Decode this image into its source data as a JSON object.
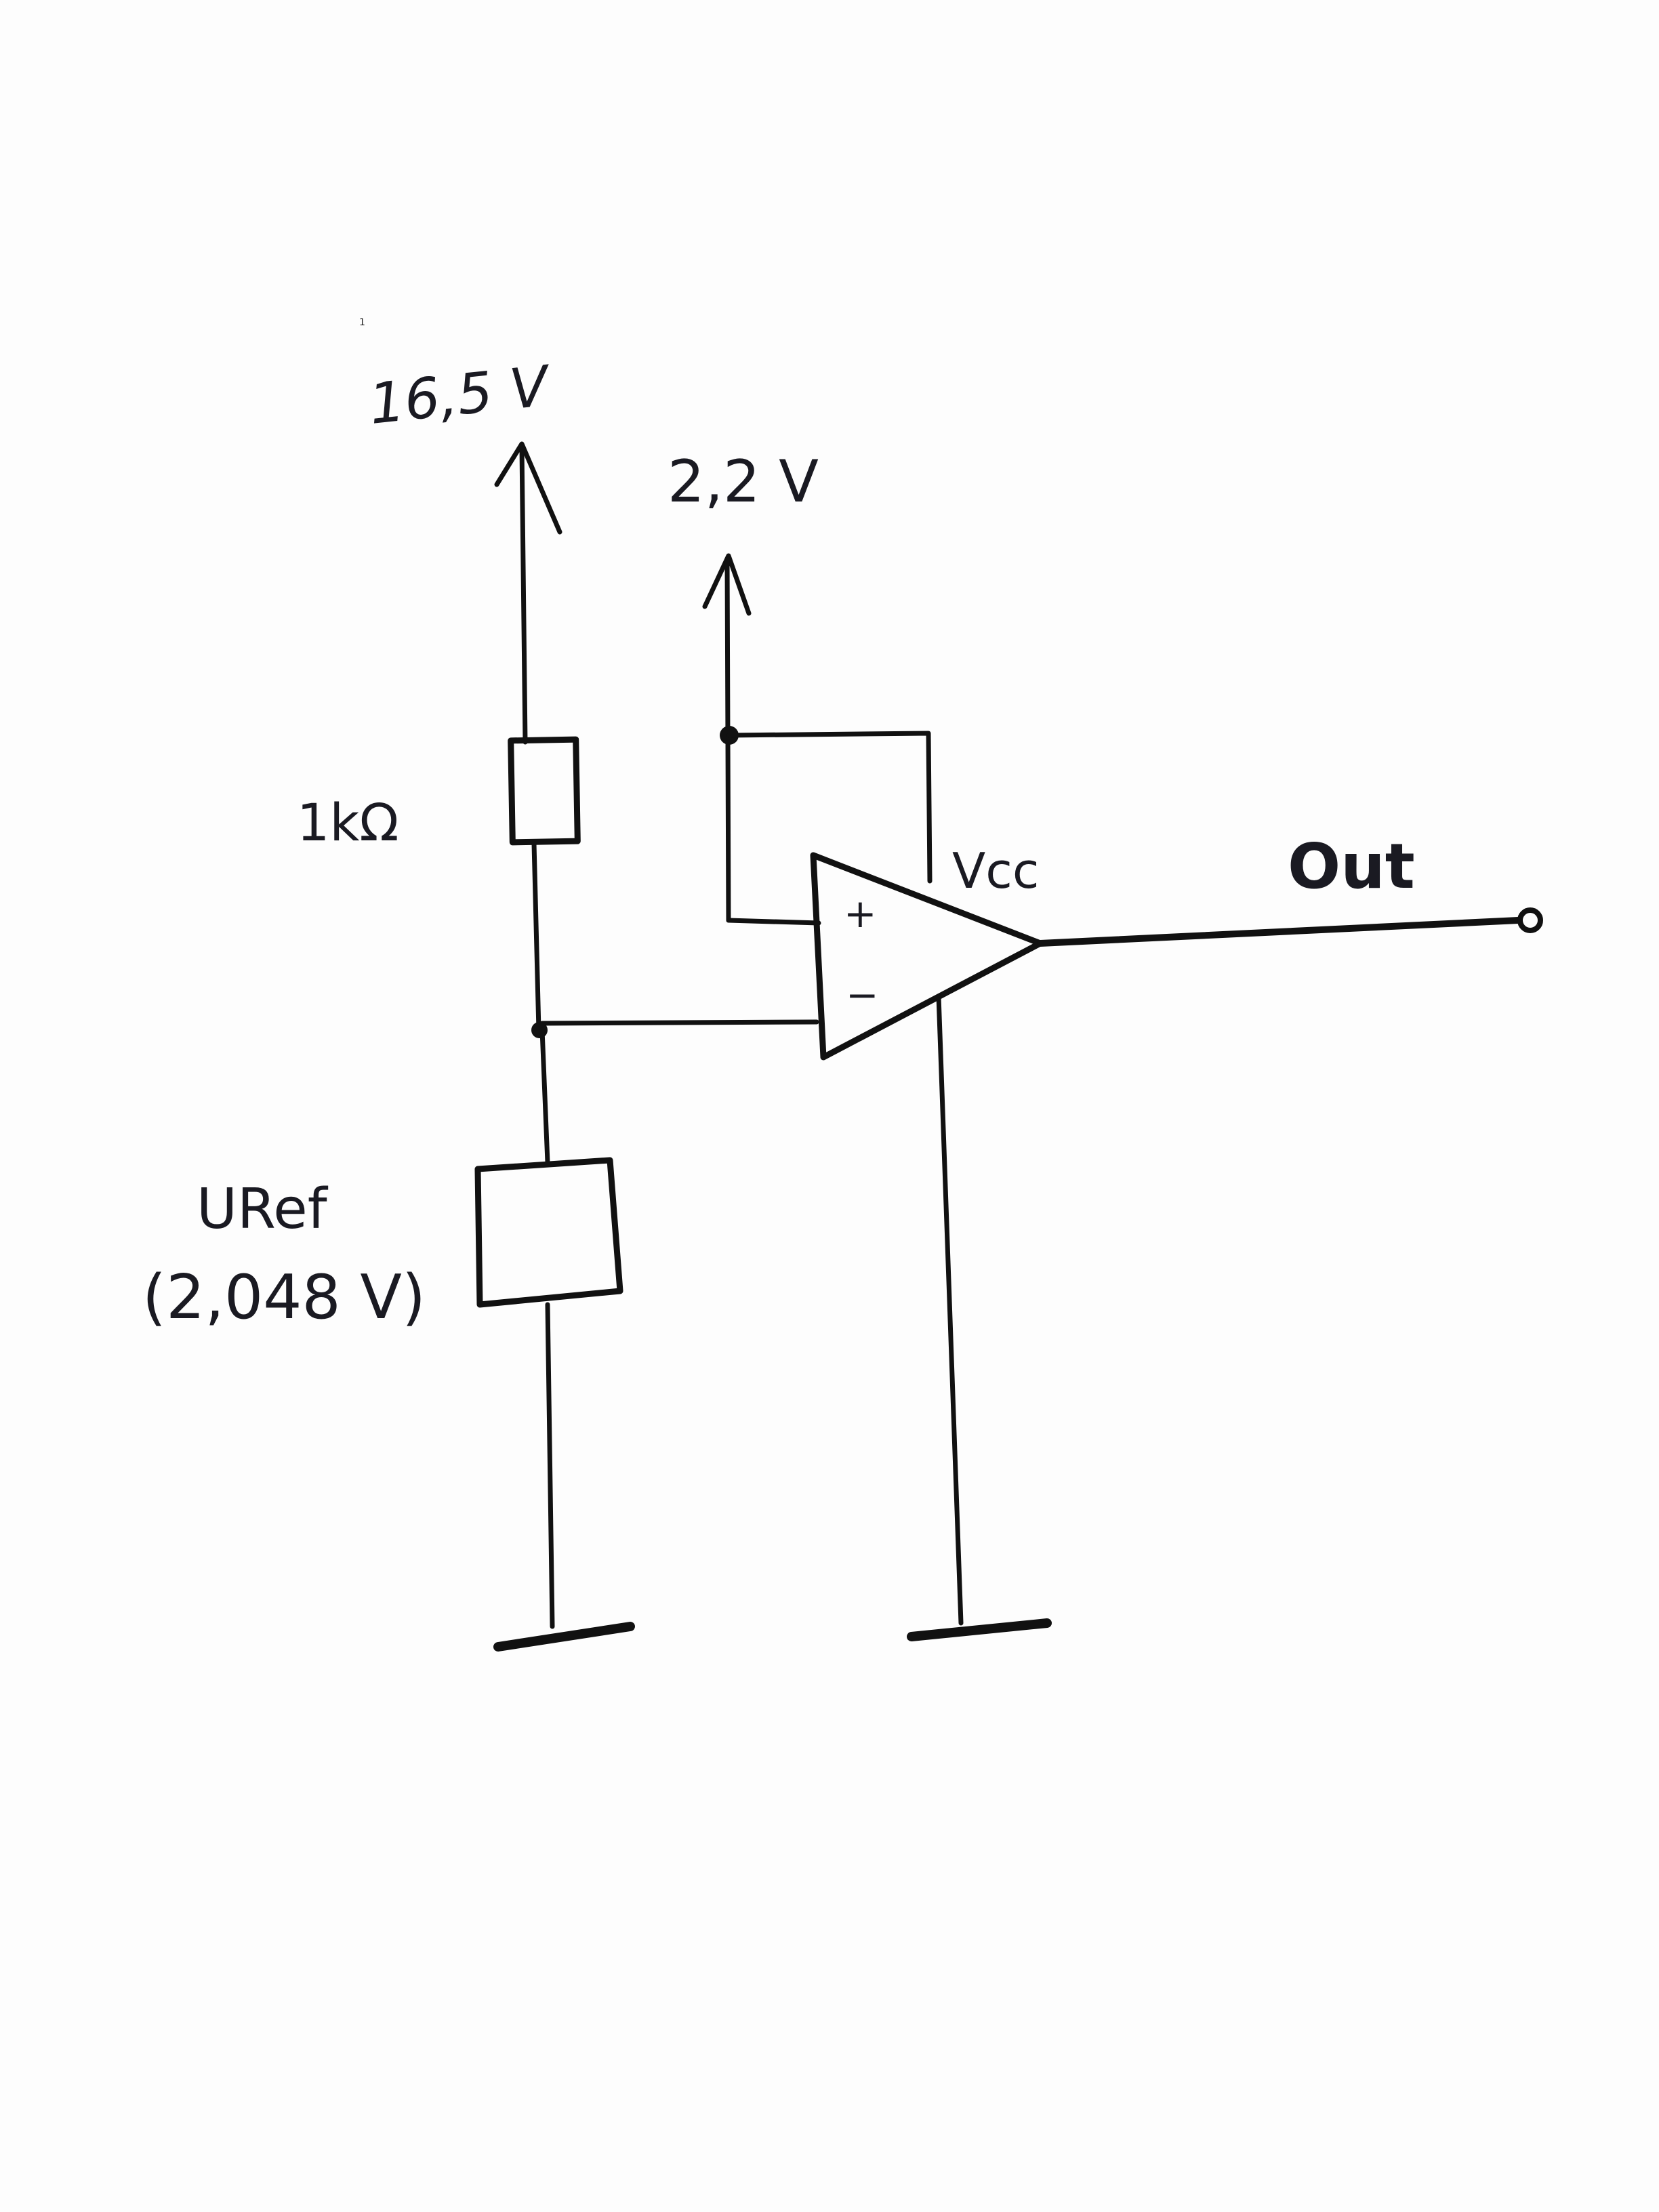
{
  "page_number": "1",
  "labels": {
    "supply_high": "16,5 V",
    "supply_low": "2,2 V",
    "resistor": "1kΩ",
    "reference_name": "URef",
    "reference_value": "(2,048 V)",
    "opamp_supply": "Vcc",
    "opamp_plus": "+",
    "opamp_minus": "−",
    "output": "Out"
  },
  "ink_color": "#111111"
}
